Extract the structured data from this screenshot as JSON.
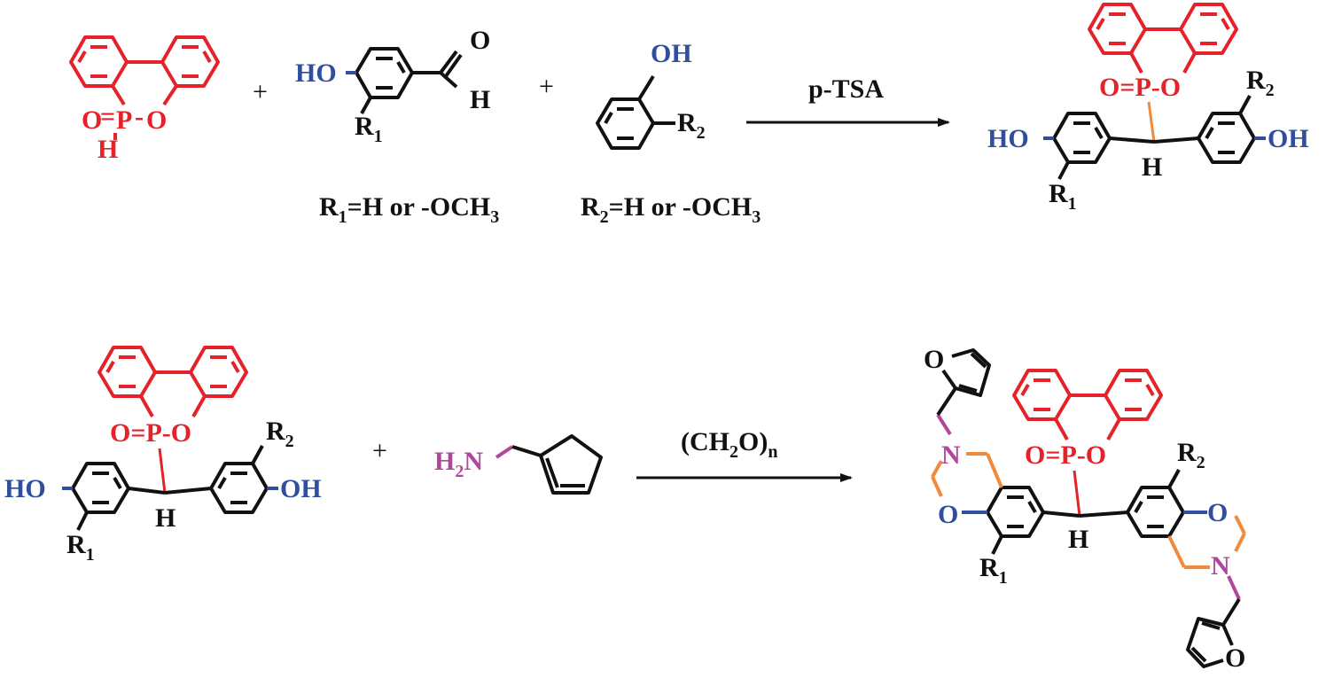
{
  "colors": {
    "dopo_red": "#e52129",
    "hydroxyl_blue": "#2f4f9e",
    "amine_magenta": "#b0479d",
    "new_bond_orange": "#f08a3c",
    "ink": "#111111"
  },
  "step1": {
    "reagent": "p-TSA",
    "dopo": {
      "o": "O",
      "p": "P",
      "o2": "O",
      "h": "H"
    },
    "aldehyde": {
      "ho": "HO",
      "r": "R",
      "r_sub": "1",
      "o": "O",
      "h": "H"
    },
    "phenol": {
      "oh": "OH",
      "r": "R",
      "r_sub": "2"
    },
    "conditions": {
      "r1": "R",
      "r1_sub": "1",
      "r1_text": "=H or -OCH",
      "r1_sub3": "3",
      "r2": "R",
      "r2_sub": "2",
      "r2_text": "=H or -OCH",
      "r2_sub3": "3"
    },
    "product": {
      "o": "O",
      "p": "P",
      "o2": "O",
      "ho": "HO",
      "oh": "OH",
      "h": "H",
      "r1": "R",
      "r1_sub": "1",
      "r2": "R",
      "r2_sub": "2"
    }
  },
  "step2": {
    "reagent_main": "(CH",
    "reagent_sub": "2",
    "reagent_o": "O)",
    "reagent_n": "n",
    "bisphenol": {
      "o": "O",
      "p": "P",
      "o2": "O",
      "ho": "HO",
      "oh": "OH",
      "h": "H",
      "r1": "R",
      "r1_sub": "1",
      "r2": "R",
      "r2_sub": "2"
    },
    "amine": {
      "h": "H",
      "h_sub": "2",
      "n": "N"
    },
    "product": {
      "o": "O",
      "p": "P",
      "o2": "O",
      "h": "H",
      "n1": "N",
      "n2": "N",
      "ox1": "O",
      "ox2": "O",
      "fo1": "O",
      "fo2": "O",
      "r1": "R",
      "r1_sub": "1",
      "r2": "R",
      "r2_sub": "2"
    }
  },
  "plus_signs": [
    "+",
    "+",
    "+"
  ]
}
